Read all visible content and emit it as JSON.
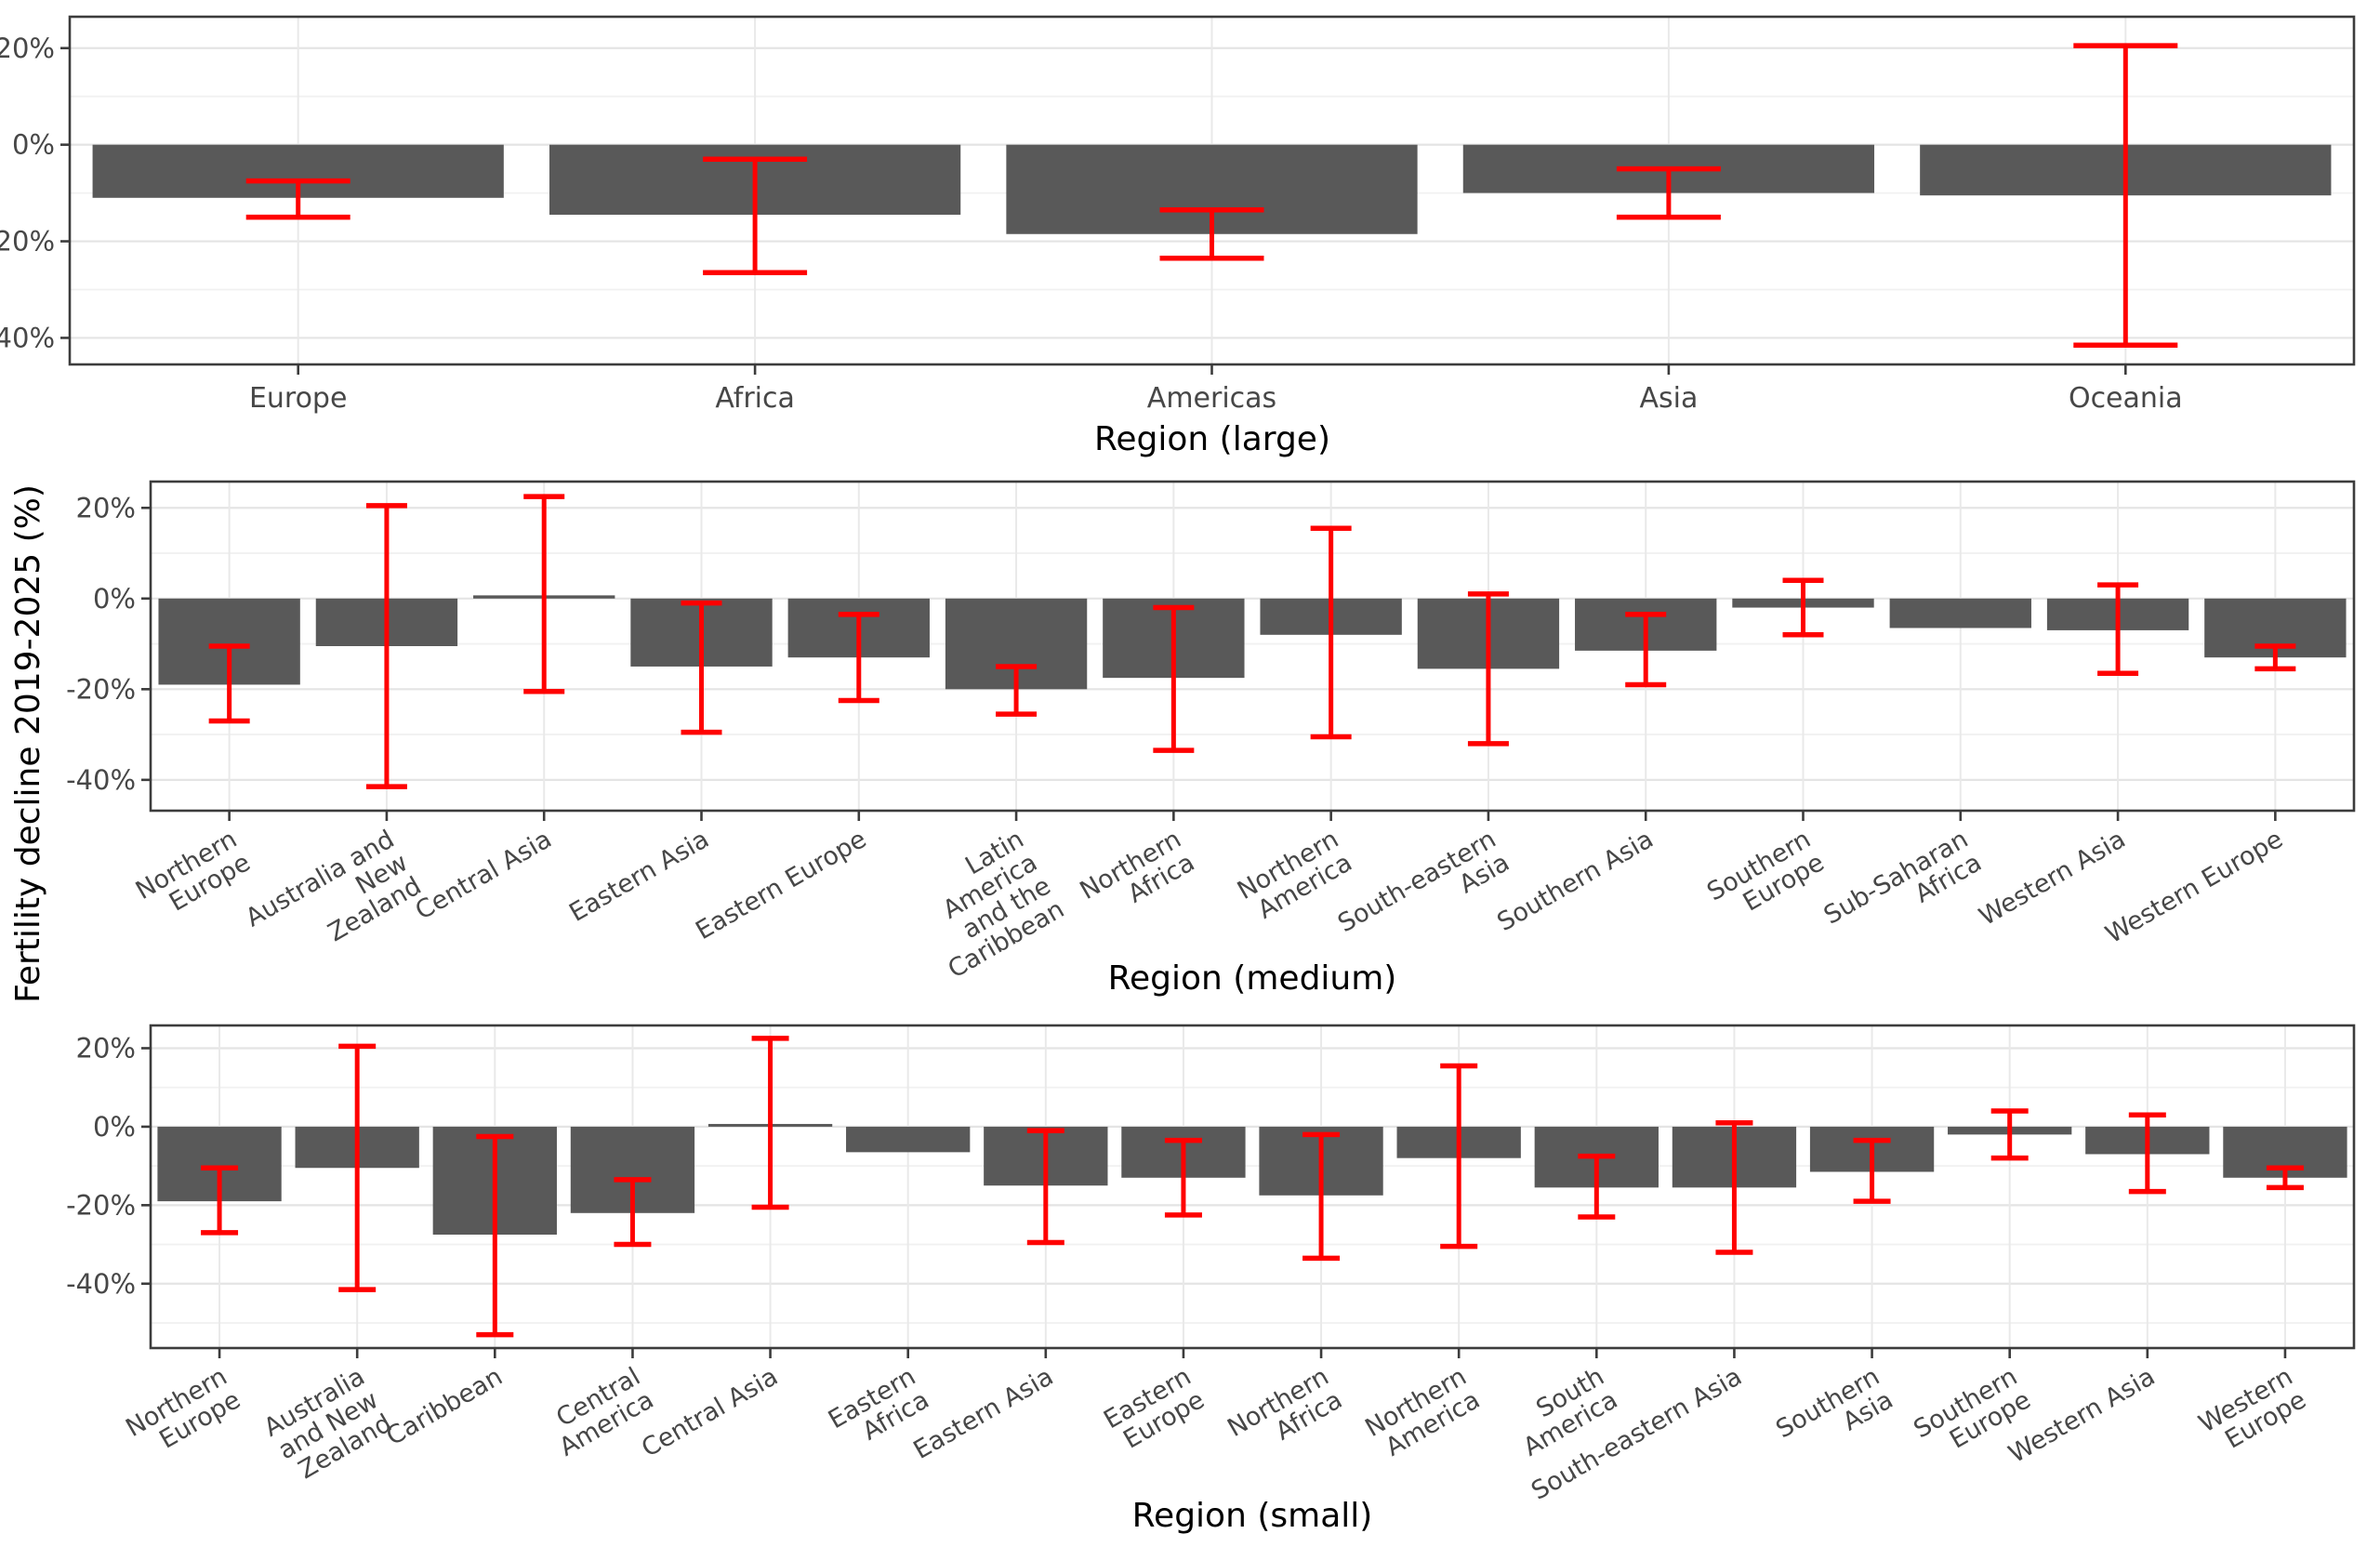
{
  "figure": {
    "background": "#ffffff",
    "y_axis": {
      "title": "Fertility decline 2019-2025 (%)",
      "tick_labels": [
        "20%",
        "0%",
        "-20%",
        "-40%"
      ],
      "tick_values": [
        20,
        0,
        -20,
        -40
      ],
      "minor_tick_values": [
        10,
        -10,
        -30,
        -50
      ]
    },
    "colors": {
      "bar": "#595959",
      "error_bar": "#ff0000",
      "grid_major": "#e4e4e4",
      "grid_minor": "#f1f1f1",
      "grid_vertical": "#e9e9e9",
      "panel_border": "#3c3c3c",
      "tick_label": "#474747",
      "axis_title": "#000000"
    }
  },
  "chart_data": [
    {
      "type": "bar",
      "title": "",
      "xlabel": "Region (large)",
      "ylabel": "Fertility decline 2019-2025 (%)",
      "ylim": [
        -45.5,
        26.5
      ],
      "grid": "on",
      "legend": "none",
      "error_bars": true,
      "categories": [
        "Europe",
        "Africa",
        "Americas",
        "Asia",
        "Oceania"
      ],
      "label_lines": [
        [
          "Europe"
        ],
        [
          "Africa"
        ],
        [
          "Americas"
        ],
        [
          "Asia"
        ],
        [
          "Oceania"
        ]
      ],
      "values": [
        -11,
        -14.5,
        -18.5,
        -10,
        -10.5
      ],
      "error_low": [
        -15,
        -26.5,
        -23.5,
        -15,
        -41.5
      ],
      "error_high": [
        -7.5,
        -3,
        -13.5,
        -5,
        20.5
      ]
    },
    {
      "type": "bar",
      "title": "",
      "xlabel": "Region (medium)",
      "ylabel": "Fertility decline 2019-2025 (%)",
      "ylim": [
        -46.8,
        25.8
      ],
      "grid": "on",
      "legend": "none",
      "error_bars": true,
      "categories": [
        "Northern Europe",
        "Australia and New Zealand",
        "Central Asia",
        "Eastern Asia",
        "Eastern Europe",
        "Latin America and the Caribbean",
        "Northern Africa",
        "Northern America",
        "South-eastern Asia",
        "Southern Asia",
        "Southern Europe",
        "Sub-Saharan Africa",
        "Western Asia",
        "Western Europe"
      ],
      "label_lines": [
        [
          "Northern",
          "Europe"
        ],
        [
          "Australia and",
          "New",
          "Zealand"
        ],
        [
          "Central Asia"
        ],
        [
          "Eastern Asia"
        ],
        [
          "Eastern Europe"
        ],
        [
          "Latin",
          "America",
          "and the",
          "Caribbean"
        ],
        [
          "Northern",
          "Africa"
        ],
        [
          "Northern",
          "America"
        ],
        [
          "South-eastern",
          "Asia"
        ],
        [
          "Southern Asia"
        ],
        [
          "Southern",
          "Europe"
        ],
        [
          "Sub-Saharan",
          "Africa"
        ],
        [
          "Western Asia"
        ],
        [
          "Western Europe"
        ]
      ],
      "values": [
        -19,
        -10.5,
        0.7,
        -15,
        -13,
        -20,
        -17.5,
        -8,
        -15.5,
        -11.5,
        -2,
        -6.5,
        -7,
        -13
      ],
      "error_low": [
        -27,
        -41.5,
        -20.5,
        -29.5,
        -22.5,
        -25.5,
        -33.5,
        -30.5,
        -32,
        -19,
        -8,
        null,
        -16.5,
        -15.5
      ],
      "error_high": [
        -10.5,
        20.5,
        22.5,
        -1,
        -3.5,
        -15,
        -2,
        15.5,
        1,
        -3.5,
        4,
        null,
        3,
        -10.5
      ]
    },
    {
      "type": "bar",
      "title": "",
      "xlabel": "Region (small)",
      "ylabel": "Fertility decline 2019-2025 (%)",
      "ylim": [
        -56.4,
        25.8
      ],
      "grid": "on",
      "legend": "none",
      "error_bars": true,
      "categories": [
        "Northern Europe",
        "Australia and New Zealand",
        "Caribbean",
        "Central America",
        "Central Asia",
        "Eastern Africa",
        "Eastern Asia",
        "Eastern Europe",
        "Northern Africa",
        "Northern America",
        "South America",
        "South-eastern Asia",
        "Southern Asia",
        "Southern Europe",
        "Western Asia",
        "Western Europe"
      ],
      "label_lines": [
        [
          "Northern",
          "Europe"
        ],
        [
          "Australia",
          "and New",
          "Zealand"
        ],
        [
          "Caribbean"
        ],
        [
          "Central",
          "America"
        ],
        [
          "Central Asia"
        ],
        [
          "Eastern",
          "Africa"
        ],
        [
          "Eastern Asia"
        ],
        [
          "Eastern",
          "Europe"
        ],
        [
          "Northern",
          "Africa"
        ],
        [
          "Northern",
          "America"
        ],
        [
          "South",
          "America"
        ],
        [
          "South-eastern Asia"
        ],
        [
          "Southern",
          "Asia"
        ],
        [
          "Southern",
          "Europe"
        ],
        [
          "Western Asia"
        ],
        [
          "Western",
          "Europe"
        ]
      ],
      "values": [
        -19,
        -10.5,
        -27.5,
        -22,
        0.7,
        -6.5,
        -15,
        -13,
        -17.5,
        -8,
        -15.5,
        -15.5,
        -11.5,
        -2,
        -7,
        -13
      ],
      "error_low": [
        -27,
        -41.5,
        -53,
        -30,
        -20.5,
        null,
        -29.5,
        -22.5,
        -33.5,
        -30.5,
        -23,
        -32,
        -19,
        -8,
        -16.5,
        -15.5
      ],
      "error_high": [
        -10.5,
        20.5,
        -2.5,
        -13.5,
        22.5,
        null,
        -1,
        -3.5,
        -2,
        15.5,
        -7.5,
        1,
        -3.5,
        4,
        3,
        -10.5
      ]
    }
  ]
}
